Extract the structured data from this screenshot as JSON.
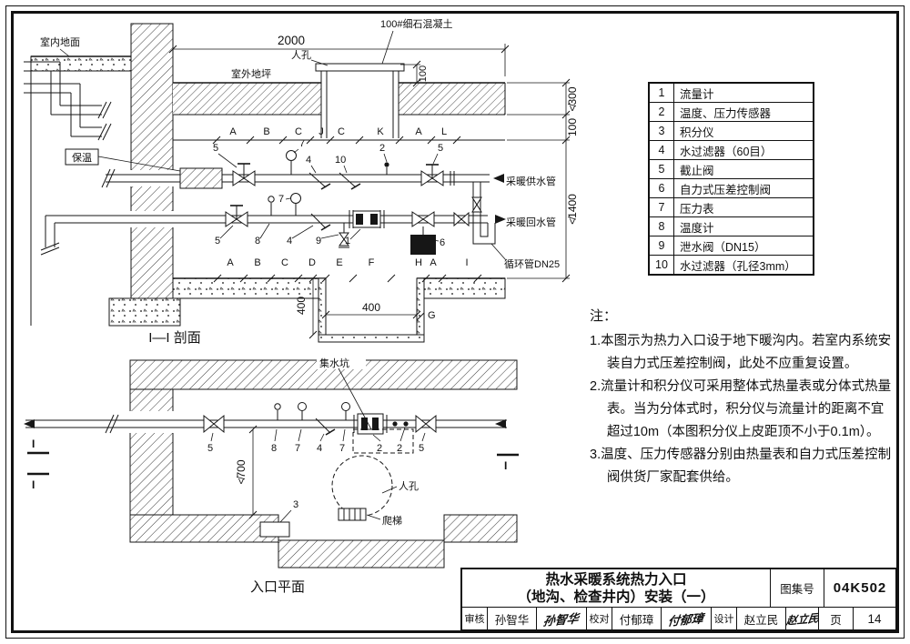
{
  "section_view": {
    "title": "I—I 剖面",
    "labels": {
      "indoor_floor": "室内地面",
      "outdoor_ground": "室外地坪",
      "manhole": "人孔",
      "concrete": "100#细石混凝土",
      "insulation": "保温",
      "supply_pipe": "采暖供水管",
      "return_pipe": "采暖回水管",
      "circulation_pipe": "循环管DN25"
    },
    "dimensions": {
      "top_width": "2000",
      "manhole_collar": "100",
      "cover_depth": "≮300",
      "slab_thickness": "100",
      "trench_height": "≮1400",
      "pit_width": "400",
      "pit_depth": "400",
      "pit_tick": "G"
    },
    "top_ticks": [
      "A",
      "B",
      "C",
      "J",
      "C",
      "K",
      "A",
      "L"
    ],
    "bottom_ticks": [
      "A",
      "B",
      "C",
      "D",
      "E",
      "F",
      "H",
      "A",
      "I"
    ],
    "callouts_top": [
      "5",
      "7",
      "4",
      "10",
      "2",
      "5"
    ],
    "callouts_bottom": [
      "5",
      "8",
      "7",
      "4",
      "9",
      "1",
      "6"
    ]
  },
  "plan_view": {
    "title": "入口平面",
    "labels": {
      "sump_pit": "集水坑",
      "manhole": "人孔",
      "ladder": "爬梯",
      "section_mark": "I"
    },
    "dimensions": {
      "clearance": "≮700"
    },
    "callouts": [
      "5",
      "8",
      "7",
      "4",
      "7",
      "2",
      "2",
      "5",
      "3"
    ]
  },
  "legend_table": {
    "rows": [
      {
        "no": "1",
        "name": "流量计"
      },
      {
        "no": "2",
        "name": "温度、压力传感器"
      },
      {
        "no": "3",
        "name": "积分仪"
      },
      {
        "no": "4",
        "name": "水过滤器（60目）"
      },
      {
        "no": "5",
        "name": "截止阀"
      },
      {
        "no": "6",
        "name": "自力式压差控制阀"
      },
      {
        "no": "7",
        "name": "压力表"
      },
      {
        "no": "8",
        "name": "温度计"
      },
      {
        "no": "9",
        "name": "泄水阀（DN15）"
      },
      {
        "no": "10",
        "name": "水过滤器（孔径3mm）"
      }
    ]
  },
  "notes": {
    "heading": "注：",
    "items": [
      "1.本图示为热力入口设于地下暖沟内。若室内系统安装自力式压差控制阀，此处不应重复设置。",
      "2.流量计和积分仪可采用整体式热量表或分体式热量表。当为分体式时，积分仪与流量计的距离不宜超过10m（本图积分仪上皮距顶不小于0.1m）。",
      "3.温度、压力传感器分别由热量表和自力式压差控制阀供货厂家配套供给。"
    ]
  },
  "title_block": {
    "title_line1": "热水采暖系统热力入口",
    "title_line2": "（地沟、检查井内）安装（一）",
    "atlas_label": "图集号",
    "atlas_no": "04K502",
    "page_label": "页",
    "page_no": "14",
    "approvers": [
      {
        "role": "审核",
        "name": "孙智华",
        "signature": "孙智华"
      },
      {
        "role": "校对",
        "name": "付郁璋",
        "signature": "付郁璋"
      },
      {
        "role": "设计",
        "name": "赵立民",
        "signature": "赵立民"
      }
    ]
  }
}
